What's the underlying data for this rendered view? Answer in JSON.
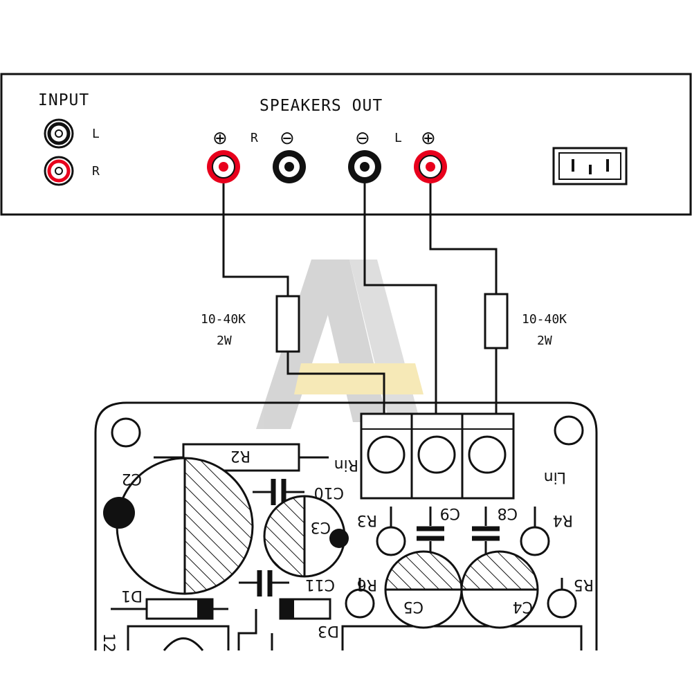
{
  "panel": {
    "input_label": "INPUT",
    "input_l": "L",
    "input_r": "R",
    "speakers_label": "SPEAKERS OUT",
    "sp_plus": "⊕",
    "sp_minus": "⊖",
    "sp_r": "R",
    "sp_l": "L"
  },
  "resistor_left": {
    "value": "10-40K",
    "power": "2W"
  },
  "resistor_right": {
    "value": "10-40K",
    "power": "2W"
  },
  "pcb": {
    "r2": "R2",
    "c2": "C2",
    "c10": "C10",
    "c3": "C3",
    "c11": "C11",
    "d1": "D1",
    "d3": "D3",
    "r3": "R3",
    "r4": "R4",
    "r5": "R5",
    "r6": "R6",
    "c4": "C4",
    "c5": "C5",
    "c8": "C8",
    "c9": "C9",
    "rin": "Rin",
    "lin": "Lin",
    "n12": "12"
  },
  "colors": {
    "red_jack": "#e8001c",
    "black": "#111111",
    "watermark_grey": "#c8c8c8",
    "watermark_yellow": "#f4e2a0"
  }
}
